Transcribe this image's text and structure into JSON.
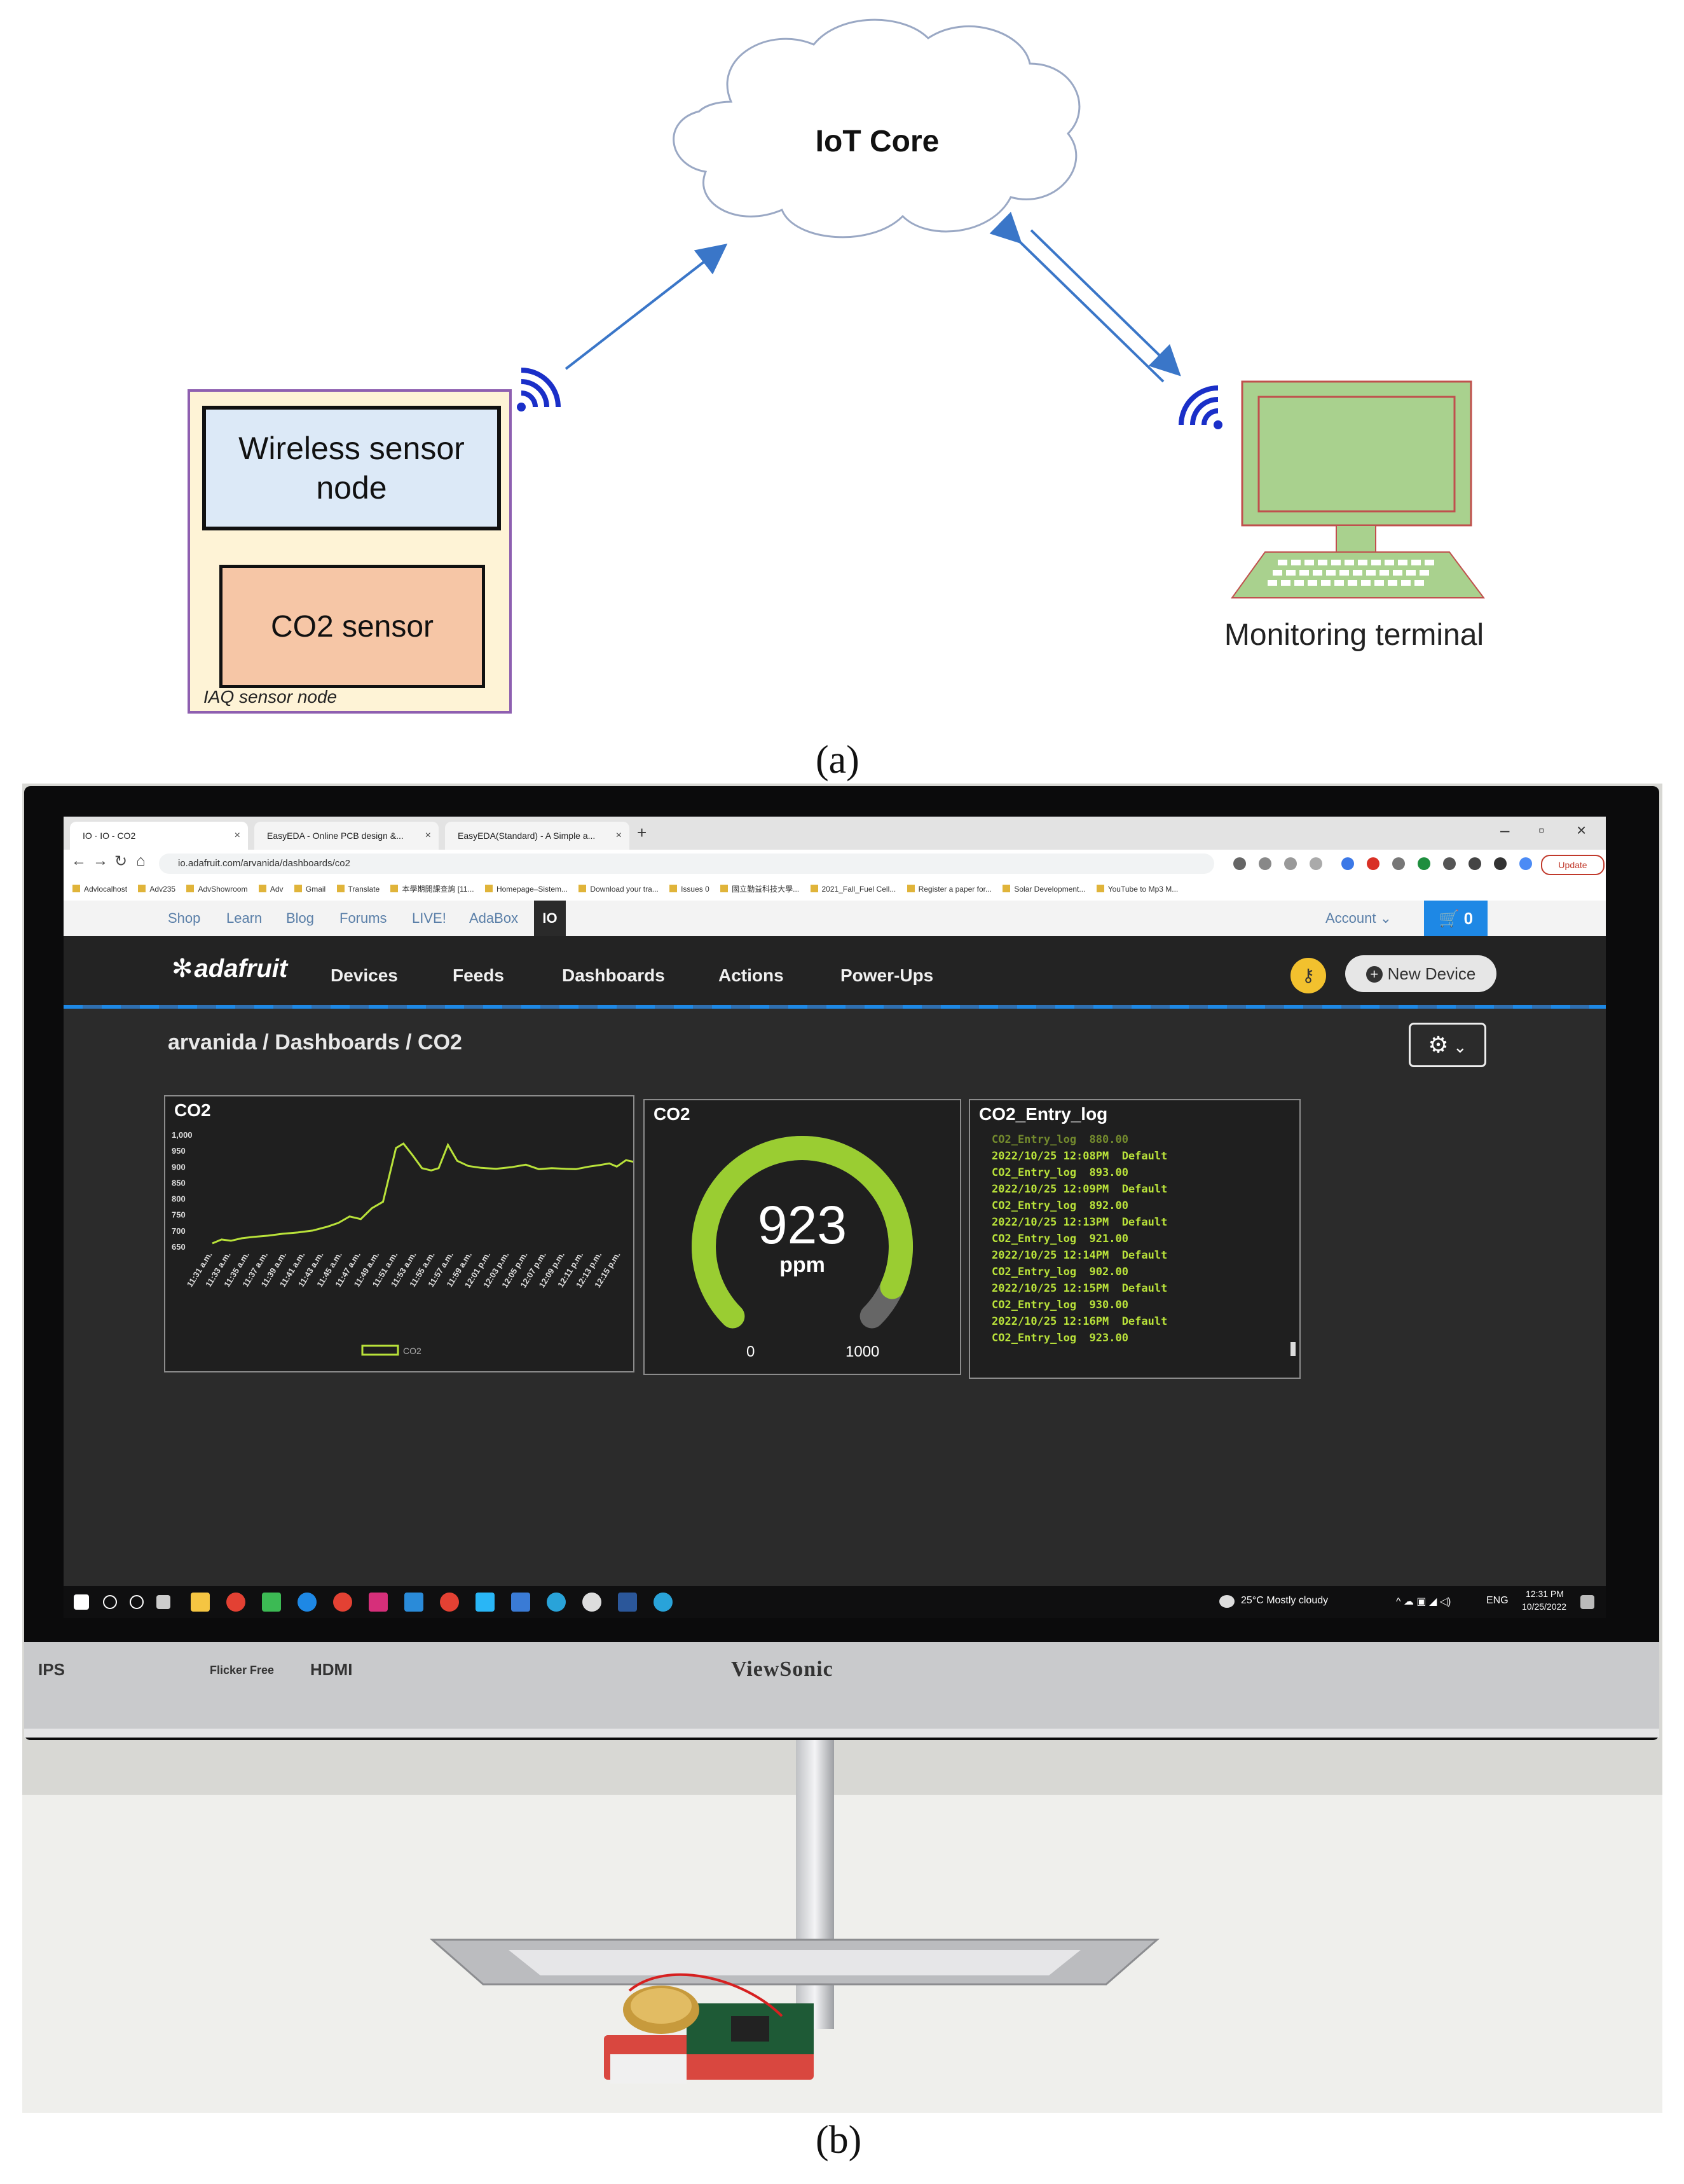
{
  "diagram_a": {
    "cloud_label": "IoT Core",
    "wireless_node_label": "Wireless sensor node",
    "co2_sensor_label": "CO2 sensor",
    "iaq_node_label": "IAQ sensor node",
    "monitoring_label": "Monitoring terminal",
    "caption": "(a)",
    "colors": {
      "arrow": "#3a76c8",
      "wifi": "#1a2fc8",
      "node_border": "#8e5fb0",
      "node_fill": "#fef3d6",
      "wireless_fill": "#dce9f7",
      "co2_fill": "#f6c6a6",
      "monitor_fill": "#a9d18e",
      "monitor_border": "#c0504d"
    }
  },
  "photo_b": {
    "caption": "(b)",
    "browser": {
      "tabs": [
        {
          "title": "IO · IO - CO2",
          "close": "×"
        },
        {
          "title": "EasyEDA - Online PCB design &...",
          "close": "×"
        },
        {
          "title": "EasyEDA(Standard) - A Simple a...",
          "close": "×"
        }
      ],
      "new_tab": "+",
      "url": "io.adafruit.com/arvanida/dashboards/co2",
      "update_label": "Update",
      "bookmarks": [
        "Advlocalhost",
        "Adv235",
        "AdvShowroom",
        "Adv",
        "Gmail",
        "Translate",
        "本學期開課查詢 [11...",
        "Homepage–Sistem...",
        "Download your tra...",
        "Issues 0",
        "國立勤益科技大學...",
        "2021_Fall_Fuel Cell...",
        "Register a paper for...",
        "Solar Development...",
        "YouTube to Mp3 M..."
      ]
    },
    "adafruit_topbar": {
      "links": [
        "Shop",
        "Learn",
        "Blog",
        "Forums",
        "LIVE!",
        "AdaBox"
      ],
      "io_tab": "IO",
      "account": "Account ⌄",
      "cart_count": "0"
    },
    "main_nav": {
      "logo": "adafruit",
      "items": [
        "Devices",
        "Feeds",
        "Dashboards",
        "Actions",
        "Power-Ups"
      ],
      "new_device": "New Device"
    },
    "breadcrumb": "arvanida / Dashboards / CO2",
    "line_panel_title": "CO2",
    "gauge_panel": {
      "title": "CO2",
      "value": "923",
      "unit": "ppm",
      "min_label": "0",
      "max_label": "1000"
    },
    "log_panel": {
      "title": "CO2_Entry_log",
      "lines": [
        "CO2_Entry_log  880.00",
        "2022/10/25 12:08PM  Default",
        "CO2_Entry_log  893.00",
        "2022/10/25 12:09PM  Default",
        "CO2_Entry_log  892.00",
        "2022/10/25 12:13PM  Default",
        "CO2_Entry_log  921.00",
        "2022/10/25 12:14PM  Default",
        "CO2_Entry_log  902.00",
        "2022/10/25 12:15PM  Default",
        "CO2_Entry_log  930.00",
        "2022/10/25 12:16PM  Default",
        "CO2_Entry_log  923.00"
      ]
    },
    "taskbar": {
      "weather": "25°C  Mostly cloudy",
      "language": "ENG",
      "time": "12:31 PM",
      "date": "10/25/2022"
    },
    "monitor_brand": "ViewSonic",
    "bezel_logos": [
      "IPS",
      "Flicker Free",
      "HDMI"
    ]
  },
  "chart_data": {
    "type": "line",
    "title": "CO2",
    "x": [
      "11:31 a.m.",
      "11:33 a.m.",
      "11:35 a.m.",
      "11:37 a.m.",
      "11:39 a.m.",
      "11:41 a.m.",
      "11:43 a.m.",
      "11:45 a.m.",
      "11:47 a.m.",
      "11:49 a.m.",
      "11:51 a.m.",
      "11:53 a.m.",
      "11:55 a.m.",
      "11:57 a.m.",
      "11:59 a.m.",
      "12:01 p.m.",
      "12:03 p.m.",
      "12:05 p.m.",
      "12:07 p.m.",
      "12:09 p.m.",
      "12:11 p.m.",
      "12:13 p.m.",
      "12:15 p.m."
    ],
    "y_ticks": [
      "1,000",
      "950",
      "900",
      "850",
      "800",
      "750",
      "700",
      "650"
    ],
    "ylim": [
      650,
      1000
    ],
    "grid": false,
    "legend_position": "bottom-center",
    "series": [
      {
        "name": "CO2",
        "color": "#b9e23a",
        "points": [
          [
            0,
            660
          ],
          [
            0.5,
            672
          ],
          [
            1,
            668
          ],
          [
            1.6,
            676
          ],
          [
            2.2,
            680
          ],
          [
            3,
            684
          ],
          [
            3.8,
            690
          ],
          [
            4.6,
            694
          ],
          [
            5.4,
            700
          ],
          [
            6.2,
            712
          ],
          [
            6.8,
            724
          ],
          [
            7.4,
            744
          ],
          [
            8,
            736
          ],
          [
            8.6,
            770
          ],
          [
            9.2,
            790
          ],
          [
            9.9,
            958
          ],
          [
            10.3,
            972
          ],
          [
            10.8,
            935
          ],
          [
            11.3,
            895
          ],
          [
            11.8,
            888
          ],
          [
            12.2,
            895
          ],
          [
            12.7,
            968
          ],
          [
            13.2,
            918
          ],
          [
            13.8,
            902
          ],
          [
            14.5,
            896
          ],
          [
            15.3,
            893
          ],
          [
            16.1,
            898
          ],
          [
            16.9,
            906
          ],
          [
            17.6,
            892
          ],
          [
            18.3,
            895
          ],
          [
            19,
            893
          ],
          [
            19.6,
            892
          ],
          [
            20.3,
            900
          ],
          [
            20.9,
            905
          ],
          [
            21.4,
            910
          ],
          [
            21.8,
            900
          ],
          [
            22.3,
            920
          ],
          [
            22.7,
            915
          ],
          [
            23,
            912
          ]
        ]
      }
    ]
  },
  "gauge_data": {
    "type": "gauge",
    "value": 923,
    "min": 0,
    "max": 1000,
    "fill_color": "#9acd32",
    "track_color": "#666666"
  }
}
